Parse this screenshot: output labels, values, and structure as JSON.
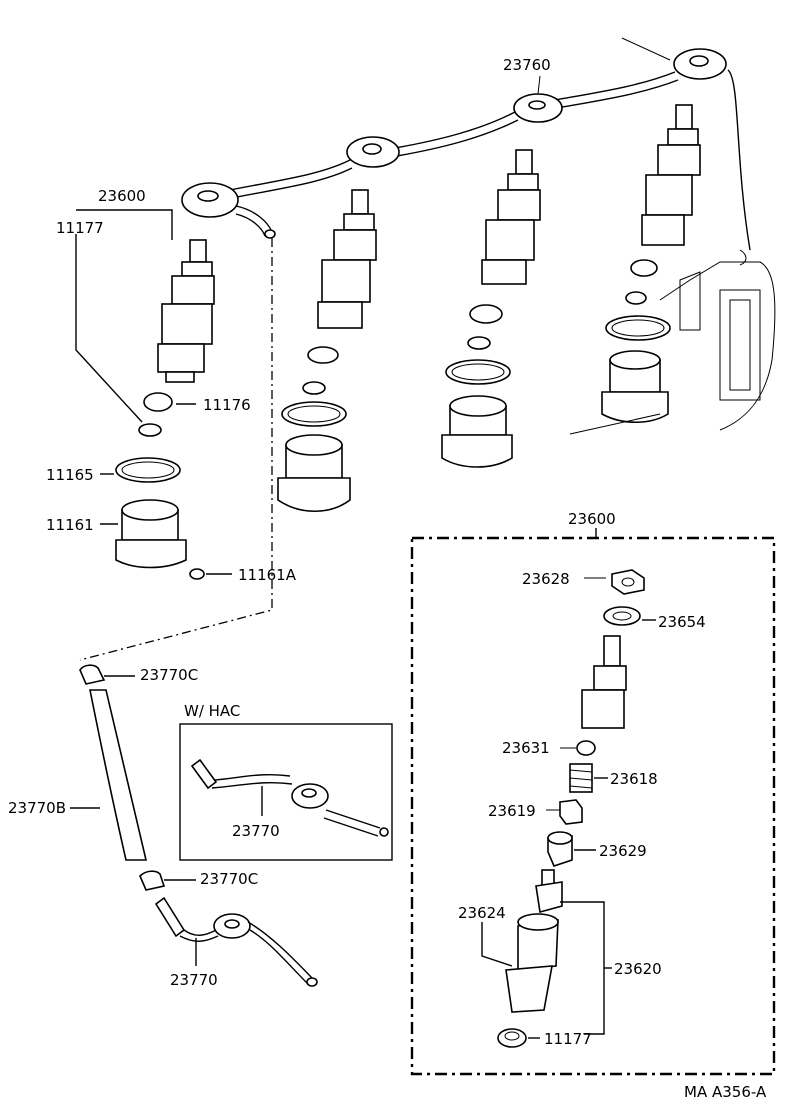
{
  "diagram": {
    "labels": {
      "pipe_top": "23760",
      "nozzle_assy_left": "23600",
      "gasket_left": "11177",
      "seat_left": "11176",
      "ring_left": "11165",
      "holder_left": "11161",
      "pin_left": "11161A",
      "clamp_top": "23770C",
      "hose": "23770B",
      "clamp_bottom": "23770C",
      "pipe_bottom": "23770",
      "hac_title": "W/ HAC",
      "pipe_hac": "23770",
      "exploded_title": "23600",
      "nut": "23628",
      "washer": "23654",
      "ball": "23631",
      "spring": "23618",
      "spacer": "23619",
      "cap": "23629",
      "body": "23624",
      "nozzle_tip": "23620",
      "gasket_bottom": "11177",
      "figure_code": "MA  A356-A"
    }
  }
}
